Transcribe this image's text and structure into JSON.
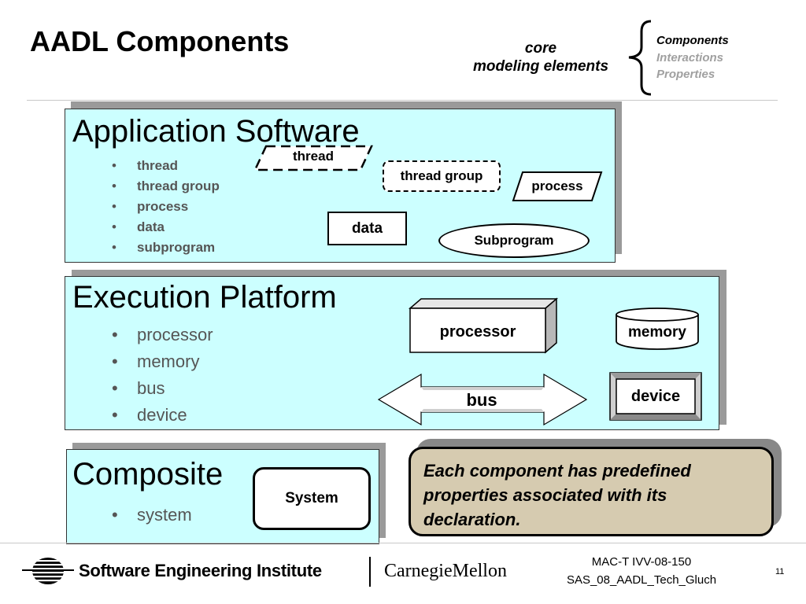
{
  "slide": {
    "title": "AADL Components",
    "core_line1": "core",
    "core_line2": "modeling elements",
    "categories": [
      {
        "label": "Components",
        "color": "#000000"
      },
      {
        "label": "Interactions",
        "color": "#a0a0a0"
      },
      {
        "label": "Properties",
        "color": "#a0a0a0"
      }
    ]
  },
  "app_software": {
    "title": "Application Software",
    "items": [
      "thread",
      "thread group",
      "process",
      "data",
      "subprogram"
    ],
    "shapes": {
      "thread": "thread",
      "thread_group": "thread group",
      "process": "process",
      "data": "data",
      "subprogram": "Subprogram"
    }
  },
  "execution_platform": {
    "title": "Execution Platform",
    "items": [
      "processor",
      "memory",
      "bus",
      "device"
    ],
    "shapes": {
      "processor": "processor",
      "memory": "memory",
      "bus": "bus",
      "device": "device"
    }
  },
  "composite": {
    "title": "Composite",
    "items": [
      "system"
    ],
    "shapes": {
      "system": "System"
    }
  },
  "note": {
    "text": "Each component has predefined properties associated with its declaration."
  },
  "footer": {
    "sei": "Software Engineering Institute",
    "cmu": "CarnegieMellon",
    "id_line1": "MAC-T IVV-08-150",
    "id_line2": "SAS_08_AADL_Tech_Gluch",
    "page": "11"
  },
  "colors": {
    "panel_fill": "#ccffff",
    "note_fill": "#d6cbb0",
    "bullet_text": "#555555"
  }
}
